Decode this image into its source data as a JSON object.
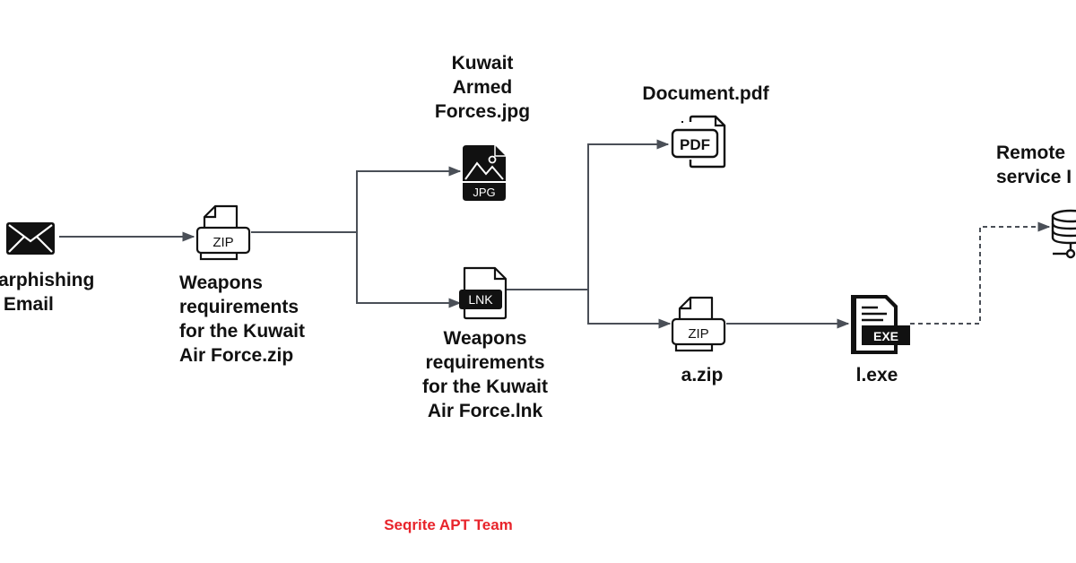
{
  "diagram": {
    "title": "Attack chain",
    "nodes": {
      "email": {
        "label": "Spearphishing\nEmail",
        "visible_label": "arphishing\n Email",
        "icon": "envelope-icon"
      },
      "zip1": {
        "label": "Weapons\nrequirements\nfor the Kuwait\nAir Force.zip",
        "icon": "zip-file-icon",
        "badge": "ZIP"
      },
      "jpg": {
        "label": "Kuwait\nArmed\nForces.jpg",
        "icon": "jpg-file-icon",
        "badge": "JPG"
      },
      "lnk": {
        "label": "Weapons\nrequirements\nfor the Kuwait\nAir Force.lnk",
        "icon": "lnk-file-icon",
        "badge": "LNK"
      },
      "pdf": {
        "label": "Document.pdf",
        "icon": "pdf-file-icon",
        "badge": "PDF"
      },
      "zip2": {
        "label": "a.zip",
        "icon": "zip-file-icon",
        "badge": "ZIP"
      },
      "exe": {
        "label": "l.exe",
        "icon": "exe-file-icon",
        "badge": "EXE"
      },
      "remote": {
        "label": "Remote\nservice I",
        "icon": "database-server-icon"
      }
    },
    "edges": [
      {
        "from": "email",
        "to": "zip1",
        "style": "solid"
      },
      {
        "from": "zip1",
        "to": "jpg",
        "style": "solid"
      },
      {
        "from": "zip1",
        "to": "lnk",
        "style": "solid"
      },
      {
        "from": "lnk",
        "to": "pdf",
        "style": "solid"
      },
      {
        "from": "lnk",
        "to": "zip2",
        "style": "solid"
      },
      {
        "from": "zip2",
        "to": "exe",
        "style": "solid"
      },
      {
        "from": "exe",
        "to": "remote",
        "style": "dashed"
      }
    ],
    "footer": "Seqrite APT Team",
    "colors": {
      "line": "#4a4f57",
      "ink": "#111111",
      "footer": "#e8242b"
    }
  }
}
